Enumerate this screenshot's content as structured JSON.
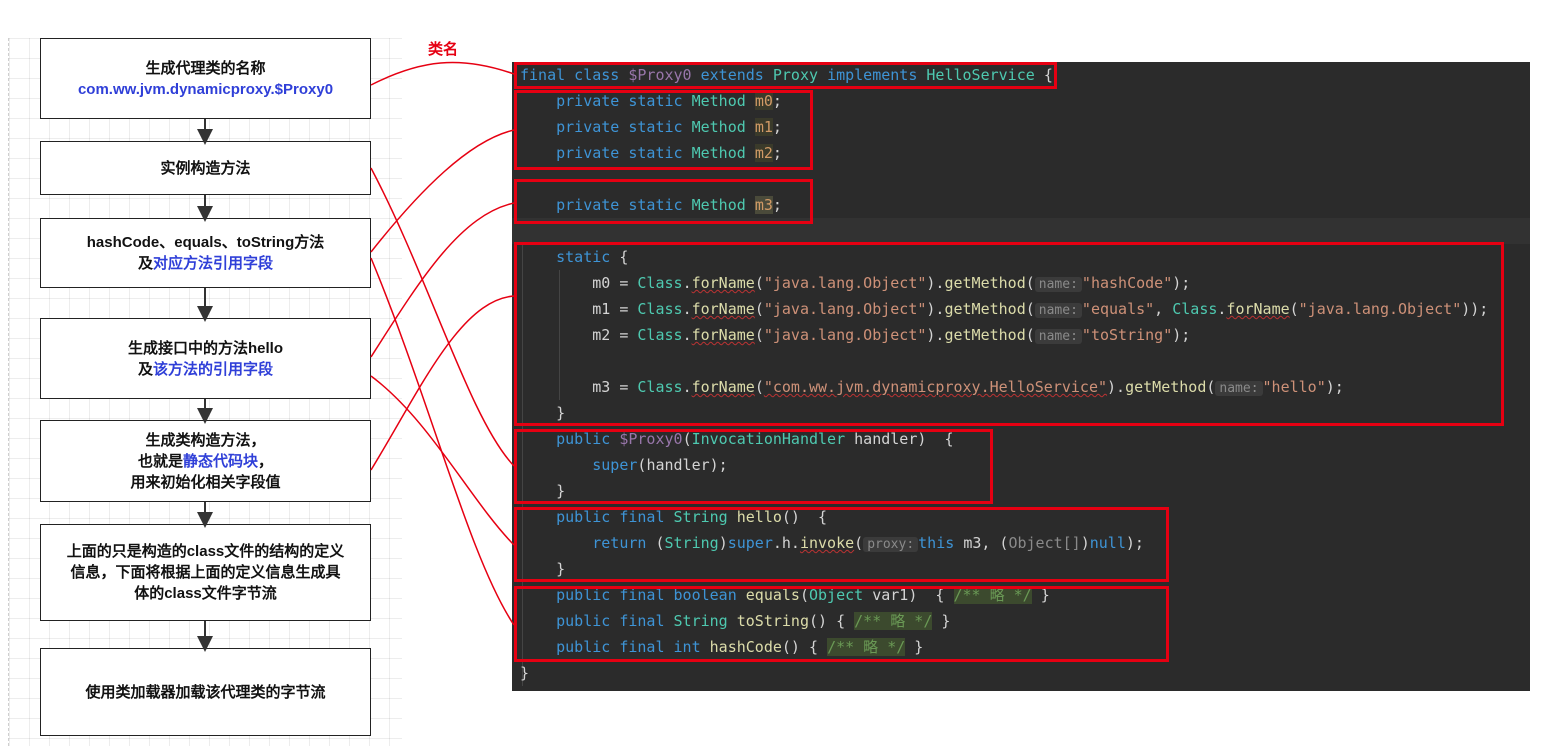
{
  "flow": {
    "steps": [
      {
        "lines": [
          {
            "text": "生成代理类的名称",
            "blue": false
          },
          {
            "text": "com.ww.jvm.dynamicproxy.$Proxy0",
            "blue": true
          }
        ]
      },
      {
        "lines": [
          {
            "text": "实例构造方法",
            "blue": false
          }
        ]
      },
      {
        "lines": [
          {
            "text": "hashCode、equals、toString方法",
            "blue": false
          },
          {
            "prefix": "及",
            "text": "对应方法引用字段",
            "blue": true
          }
        ]
      },
      {
        "lines": [
          {
            "text": "生成接口中的方法hello",
            "blue": false
          },
          {
            "prefix": "及",
            "text": "该方法的引用字段",
            "blue": true
          }
        ]
      },
      {
        "lines": [
          {
            "text": "生成类构造方法，",
            "blue": false
          },
          {
            "prefix": "也就是",
            "text": "静态代码块",
            "suffix": "，",
            "blue": true
          },
          {
            "text": "用来初始化相关字段值",
            "blue": false
          }
        ]
      },
      {
        "lines": [
          {
            "text": "上面的只是构造的class文件的结构的定义",
            "blue": false
          },
          {
            "text": "信息，下面将根据上面的定义信息生成具",
            "blue": false
          },
          {
            "text": "体的class文件字节流",
            "blue": false
          }
        ]
      },
      {
        "lines": [
          {
            "text": "使用类加载器加载该代理类的字节流",
            "blue": false
          }
        ]
      }
    ]
  },
  "annotation": {
    "classname_label": "类名"
  },
  "code": {
    "class_decl": {
      "kw1": "final class",
      "name": "$Proxy0",
      "kw2": "extends",
      "super": "Proxy",
      "kw3": "implements",
      "iface": "HelloService",
      "brace": "{"
    },
    "field_prefix": "private static",
    "field_type": "Method",
    "fields": [
      "m0",
      "m1",
      "m2",
      "m3"
    ],
    "static_kw": "static",
    "class_ref": "Class",
    "forname": "forName",
    "getmethod": "getMethod",
    "object_str": "\"java.lang.Object\"",
    "service_str": "\"com.ww.jvm.dynamicproxy.HelloService\"",
    "name_hint": "name:",
    "proxy_hint": "proxy:",
    "method_names": [
      "\"hashCode\"",
      "\"equals\"",
      "\"toString\"",
      "\"hello\""
    ],
    "ctor": {
      "kw": "public",
      "name": "$Proxy0",
      "param_type": "InvocationHandler",
      "param": "handler",
      "super_call": "super"
    },
    "hello_method": {
      "kw": "public final",
      "ret": "String",
      "name": "hello",
      "return_kw": "return",
      "cast": "String",
      "invoke": "invoke",
      "this_kw": "this",
      "args": "m3,",
      "obj_arr": "Object[]",
      "null_kw": "null"
    },
    "equals_method": {
      "kw": "public final",
      "ret": "boolean",
      "name": "equals",
      "param_type": "Object",
      "param": "var1"
    },
    "tostring_method": {
      "kw": "public final",
      "ret": "String",
      "name": "toString"
    },
    "hashcode_method": {
      "kw": "public final",
      "ret": "int",
      "name": "hashCode"
    },
    "omitted_comment": "/** 略 */"
  },
  "colors": {
    "accent_red": "#e60012",
    "accent_blue": "#2f3fd8",
    "code_bg": "#2b2b2b"
  }
}
